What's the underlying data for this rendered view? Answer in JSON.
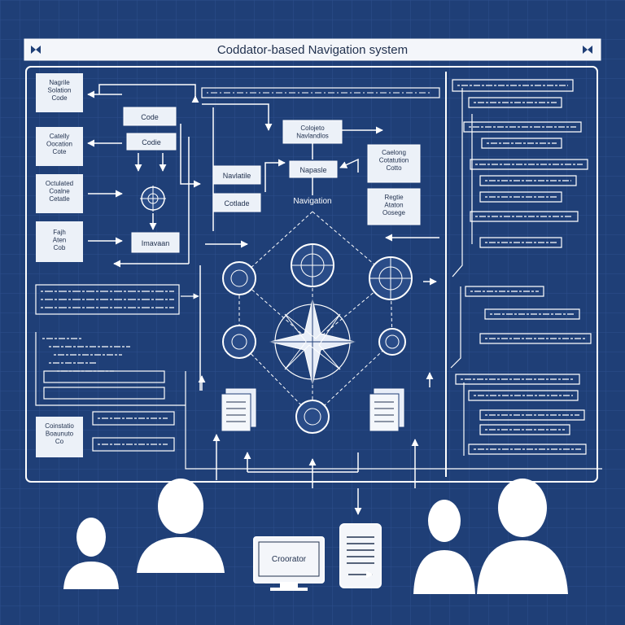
{
  "title": "Coddator-based Navigation system",
  "left_labels": [
    "Nagrile\nSolation\nCode",
    "Catelly\nOocation\nCote",
    "Octulated\nCoalne\nCetatle",
    "Fajh\nAten\nCob"
  ],
  "left_bottom_label": "Coinstatio\nBoaunuto\nCo",
  "code_boxes": [
    "Code",
    "Codie",
    "Imavaan"
  ],
  "mid_labels": [
    "Navlatile",
    "Cotlade"
  ],
  "center_top_label": "Colojeto\nNavlandlos",
  "center_node_label": "Napasle",
  "navigation_label": "Navigation",
  "right_labels": [
    "Caelong\nCotatution\nCotto",
    "Regtie\nAtaton\nOosege"
  ],
  "monitor_label": "Croorator",
  "colors": {
    "background": "#1f3f77",
    "line": "#ffffff",
    "panel_fill": "#ecf1f8",
    "label_text": "#22324f"
  },
  "icons": [
    "compass-star-icon",
    "gear-node-icon",
    "document-stack-icon",
    "person-icon",
    "monitor-icon",
    "tablet-icon"
  ]
}
